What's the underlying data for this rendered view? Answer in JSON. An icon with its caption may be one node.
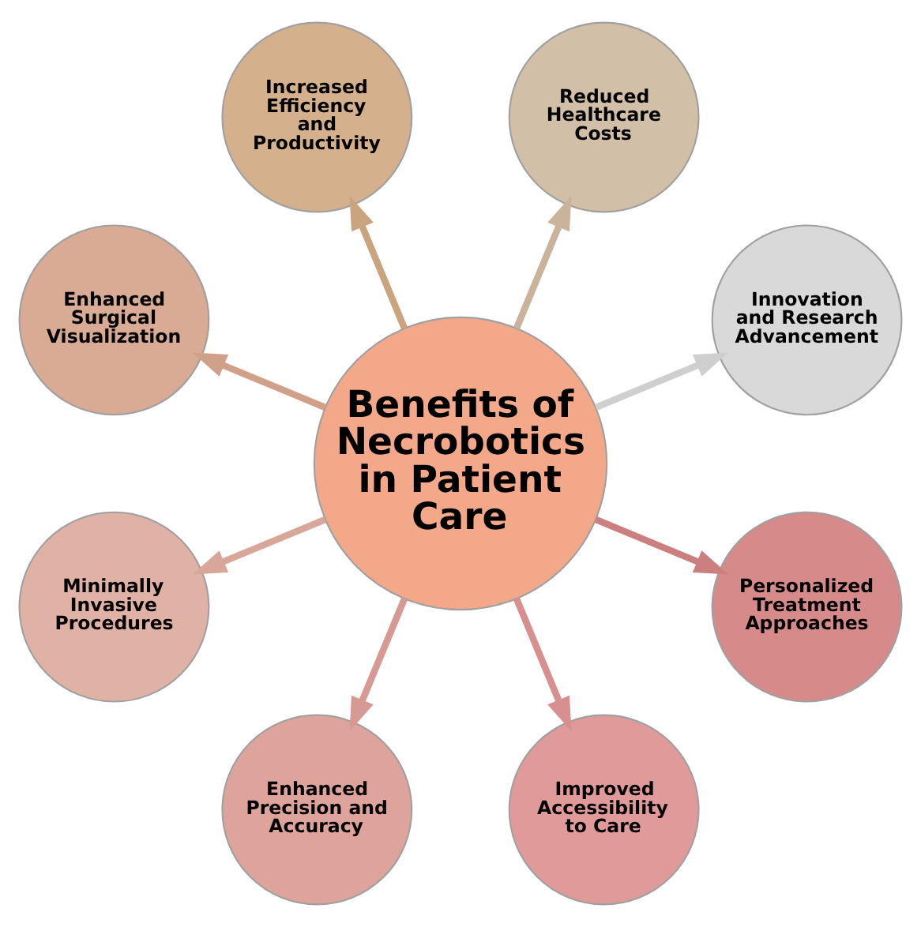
{
  "diagram": {
    "nodes": [
      {
        "text": [
          "Benefits of Necrobotics in Patient Care"
        ]
      },
      {
        "text": [
          "Innovation and Research Advancement"
        ]
      },
      {
        "text": [
          "Reduced Healthcare Costs"
        ]
      },
      {
        "text": [
          "Increased Efficiency and Productivity"
        ]
      },
      {
        "text": [
          "Enhanced Surgical Visualization"
        ]
      },
      {
        "text": [
          "Minimally Invasive Procedures"
        ]
      },
      {
        "text": [
          "Enhanced Precision and Accuracy"
        ]
      },
      {
        "text": [
          "Improved Accessibility to Care"
        ]
      },
      {
        "text": [
          "Personalized Treatment Approaches"
        ]
      }
    ],
    "edges": [
      {
        "from": 0,
        "to": 1,
        "arrow": "to",
        "color": "#cfcfcf"
      },
      {
        "from": 0,
        "to": 2,
        "arrow": "to",
        "color": "#c9b49b"
      },
      {
        "from": 0,
        "to": 3,
        "arrow": "to",
        "color": "#c9a47f"
      },
      {
        "from": 0,
        "to": 4,
        "arrow": "to",
        "color": "#d1a088"
      },
      {
        "from": 0,
        "to": 5,
        "arrow": "to",
        "color": "#d9a79a"
      },
      {
        "from": 0,
        "to": 6,
        "arrow": "to",
        "color": "#d79a92"
      },
      {
        "from": 0,
        "to": 7,
        "arrow": "to",
        "color": "#d88f8f"
      },
      {
        "from": 0,
        "to": 8,
        "arrow": "to",
        "color": "#cc7f7f"
      }
    ]
  }
}
